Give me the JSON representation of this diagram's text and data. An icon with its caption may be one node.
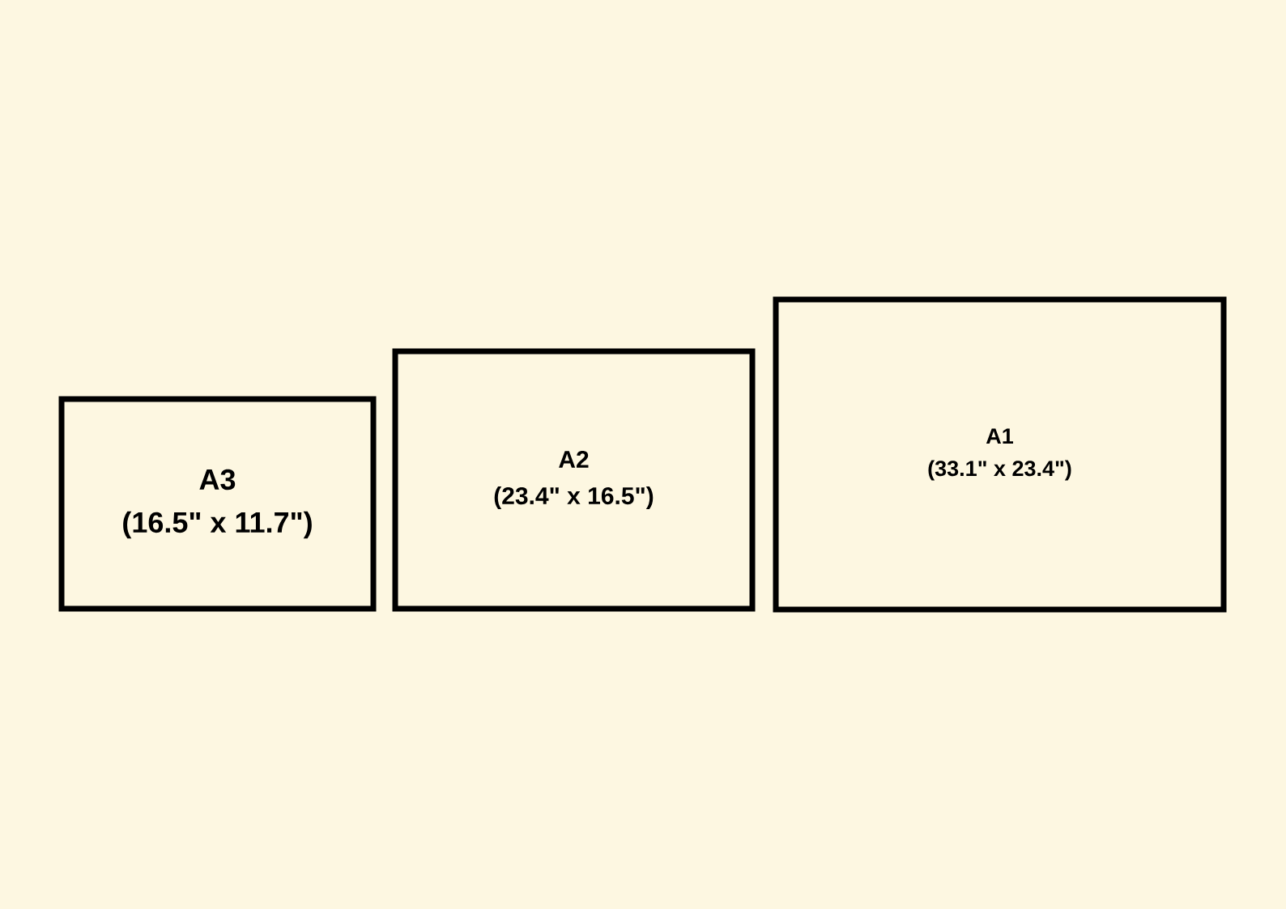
{
  "diagram": {
    "nodes": [
      {
        "text": [
          "A3",
          "(16.5\" x 11.7\")"
        ]
      },
      {
        "text": [
          "A2",
          "(23.4\" x 16.5\")"
        ]
      },
      {
        "text": [
          "A1",
          "(33.1\" x 23.4\")"
        ]
      }
    ]
  }
}
